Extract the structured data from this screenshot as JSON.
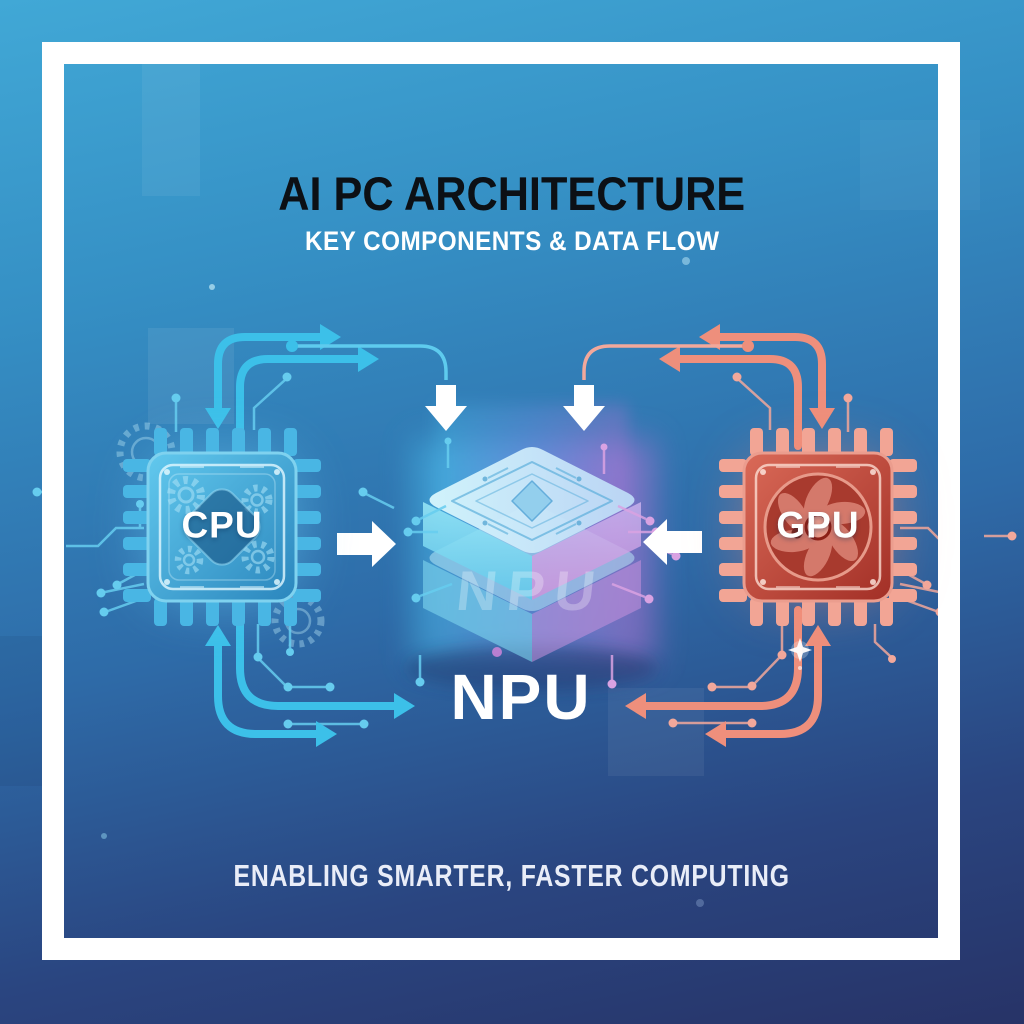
{
  "header": {
    "title": "AI PC ARCHITECTURE",
    "subtitle": "KEY COMPONENTS & DATA FLOW"
  },
  "components": {
    "cpu": {
      "label": "CPU"
    },
    "gpu": {
      "label": "GPU"
    },
    "npu": {
      "label": "NPU",
      "watermark": "NPU"
    }
  },
  "footer": {
    "tagline": "ENABLING SMARTER, FASTER COMPUTING"
  },
  "flows": [
    {
      "from": "CPU",
      "to": "NPU",
      "color": "#3cc0e9",
      "style": "curved-circuit-arrows"
    },
    {
      "from": "GPU",
      "to": "NPU",
      "color": "#ee8f7c",
      "style": "curved-circuit-arrows"
    },
    {
      "from": "CPU",
      "to": "NPU",
      "color": "#ffffff",
      "style": "block-arrow-right"
    },
    {
      "from": "GPU",
      "to": "NPU",
      "color": "#ffffff",
      "style": "block-arrow-left"
    }
  ],
  "colors": {
    "background_top": "#41a8d6",
    "background_bottom": "#273367",
    "frame": "#ffffff",
    "title_text": "#0c1015",
    "accent_cyan": "#3cc0e9",
    "accent_salmon": "#ee8f7c",
    "cpu_chip": "#3f9fd0",
    "gpu_chip": "#c04537",
    "npu_cyan": "#8ee4f6",
    "npu_purple": "#c791dd"
  }
}
